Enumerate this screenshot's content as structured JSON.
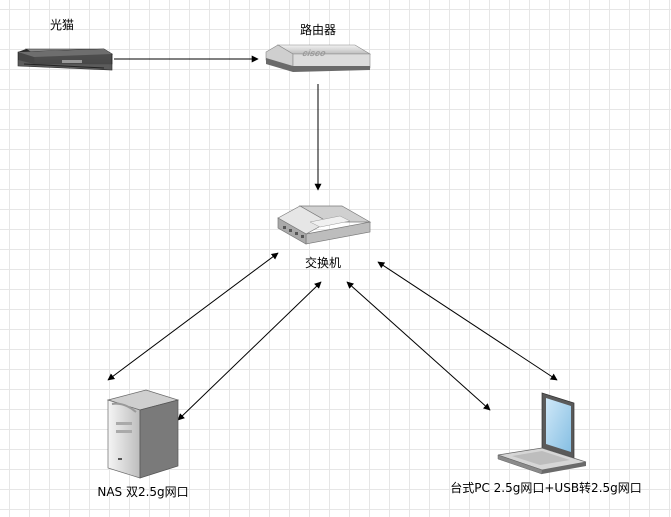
{
  "diagram": {
    "nodes": {
      "modem": {
        "label": "光猫",
        "icon": "modem-icon"
      },
      "router": {
        "label": "路由器",
        "icon": "router-icon",
        "brand": "cisco"
      },
      "switch": {
        "label": "交换机",
        "icon": "switch-icon"
      },
      "nas": {
        "label": "NAS 双2.5g网口",
        "icon": "server-tower-icon"
      },
      "pc": {
        "label": "台式PC 2.5g网口+USB转2.5g网口",
        "icon": "laptop-icon"
      }
    },
    "edges": [
      {
        "from": "modem",
        "to": "router",
        "direction": "forward"
      },
      {
        "from": "router",
        "to": "switch",
        "direction": "forward"
      },
      {
        "from": "switch",
        "to": "nas",
        "direction": "both"
      },
      {
        "from": "switch",
        "to": "nas",
        "direction": "both"
      },
      {
        "from": "switch",
        "to": "pc",
        "direction": "both"
      },
      {
        "from": "switch",
        "to": "pc",
        "direction": "both"
      }
    ],
    "colors": {
      "line": "#000000",
      "grid": "#e6e6e6",
      "screen": "#a9d4ef"
    }
  }
}
